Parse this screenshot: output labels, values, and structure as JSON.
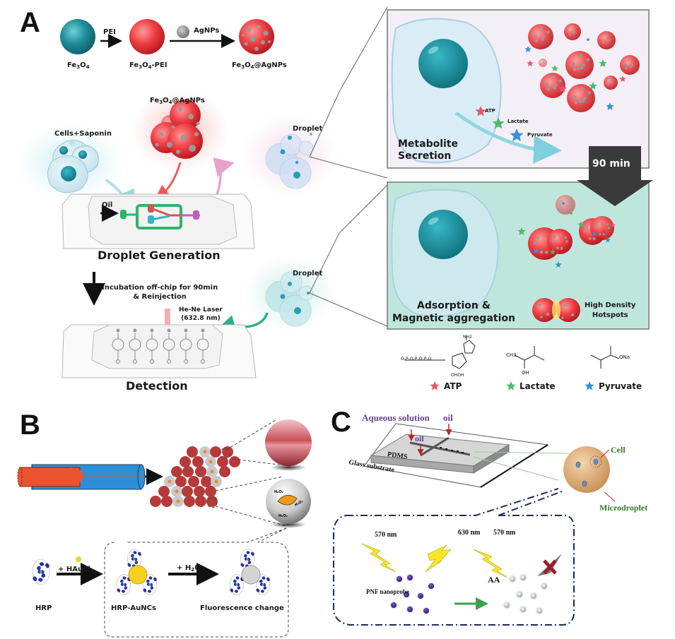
{
  "panels": {
    "A": {
      "letter": "A",
      "synthesis": {
        "step1_reagent": "PEI",
        "step2_reagent": "AgNPs",
        "particle1": {
          "base": "Fe",
          "s1": "3",
          "mid": "O",
          "s2": "4",
          "suffix": ""
        },
        "particle2": {
          "base": "Fe",
          "s1": "3",
          "mid": "O",
          "s2": "4",
          "suffix": "-PEI"
        },
        "particle3": {
          "base": "Fe",
          "s1": "3",
          "mid": "O",
          "s2": "4",
          "suffix": "@AgNPs"
        }
      },
      "inputs": {
        "cells_label": "Cells+Saponin",
        "nanoparticle_label": {
          "base": "Fe",
          "s1": "3",
          "mid": "O",
          "s2": "4",
          "suffix": "@AgNPs"
        },
        "droplet_label_top": "Droplet",
        "oil_label": "Oil"
      },
      "droplet_generation_title": "Droplet Generation",
      "incubation_text_line1": "Incubation off-chip for 90min",
      "incubation_text_line2": "& Reinjection",
      "laser_line1": "He-Ne Laser",
      "laser_line2": "(632.8 nm)",
      "droplet_label_bottom": "Droplet",
      "detection_title": "Detection",
      "secretion_box": {
        "title_line1": "Metabolite",
        "title_line2": "Secretion",
        "metabolites": [
          "ATP",
          "Lactate",
          "Pyruvate"
        ]
      },
      "time_arrow_label": "90 min",
      "aggregation_box": {
        "title_line1": "Adsorption &",
        "title_line2": "Magnetic aggregation",
        "hotspot_line1": "High Density",
        "hotspot_line2": "Hotspots"
      },
      "legend": [
        {
          "name": "ATP",
          "color": "#e8566b"
        },
        {
          "name": "Lactate",
          "color": "#4dba6a"
        },
        {
          "name": "Pyruvate",
          "color": "#3a8fd8"
        }
      ],
      "structures": {
        "atp_nh2": "NH2",
        "atp_ohoh": "OHOH",
        "lactate_ch3": "CH3",
        "lactate_oh": "OH",
        "pyruvate_ona": "ONa"
      },
      "colors": {
        "fe3o4": "#1f8d9a",
        "pei": "#e8353a",
        "secretion_bg": "#f4eff6",
        "aggregation_bg": "#bfe6dc",
        "arrow_dark": "#3a3a3a"
      }
    },
    "B": {
      "letter": "B",
      "reagent1": "+ HAuCl",
      "reagent1_sub": "4",
      "reagent2": "+ H",
      "reagent2_sub1": "2",
      "reagent2_mid": "O",
      "reagent2_sub2": "2",
      "labels": [
        "HRP",
        "HRP-AuNCs",
        "Fluorescence change"
      ],
      "h2o2": "H2O2",
      "colors": {
        "tube_blue": "#2f8fd6",
        "tube_red": "#ea5230",
        "droplet_red": "#b73a3a",
        "gray": "#c7c9cf",
        "dot_orange": "#f08a1c"
      }
    },
    "C": {
      "letter": "C",
      "aqueous_label": "Aqueous solution",
      "oil_label_top": "oil",
      "oil_label_side": "oil",
      "pdms_label": "PDMS",
      "glass_label": "Glass substrate",
      "cell_label": "Cell",
      "microdroplet_label": "Microdroplet",
      "wavelength_left": "570 nm",
      "wavelength_mid": "630 nm",
      "wavelength_right": "570 nm",
      "probe_label": "PNF nanoprobe",
      "reaction_label": "AA",
      "colors": {
        "purple_text": "#6b3f98",
        "green_text": "#2f7d2f",
        "droplet": "#e3b27a",
        "probe": "#4b2a86",
        "bolt": "#f5e62a",
        "box_border": "#1d2a5c"
      }
    }
  }
}
